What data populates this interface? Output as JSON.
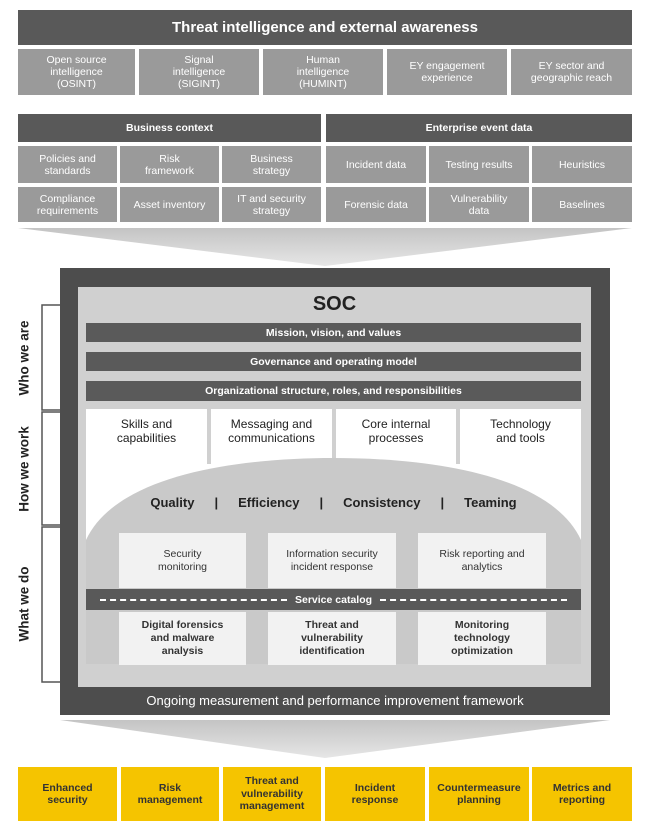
{
  "threat": {
    "title": "Threat intelligence and external awareness",
    "items": [
      "Open source\nintelligence\n(OSINT)",
      "Signal\nintelligence\n(SIGINT)",
      "Human\nintelligence\n(HUMINT)",
      "EY engagement\nexperience",
      "EY sector and\ngeographic reach"
    ]
  },
  "business": {
    "title": "Business context",
    "items": [
      "Policies and\nstandards",
      "Risk\nframework",
      "Business\nstrategy",
      "Compliance\nrequirements",
      "Asset inventory",
      "IT and security\nstrategy"
    ]
  },
  "enterprise": {
    "title": "Enterprise event data",
    "items": [
      "Incident data",
      "Testing results",
      "Heuristics",
      "Forensic data",
      "Vulnerability\ndata",
      "Baselines"
    ]
  },
  "soc": {
    "title": "SOC",
    "side_labels": [
      "Who we are",
      "How we work",
      "What we do"
    ],
    "strips": [
      "Mission, vision, and values",
      "Governance and operating model",
      "Organizational structure, roles, and responsibilities"
    ],
    "pillars": [
      "Skills and\ncapabilities",
      "Messaging and\ncommunications",
      "Core internal\nprocesses",
      "Technology\nand tools"
    ],
    "values": [
      "Quality",
      "Efficiency",
      "Consistency",
      "Teaming"
    ],
    "services_top": [
      "Security\nmonitoring",
      "Information security\nincident response",
      "Risk reporting and\nanalytics"
    ],
    "catalog": "Service catalog",
    "services_bottom": [
      "Digital forensics\nand malware\nanalysis",
      "Threat and\nvulnerability\nidentification",
      "Monitoring\ntechnology\noptimization"
    ],
    "footer": "Ongoing measurement and performance improvement framework"
  },
  "outcomes": [
    "Enhanced\nsecurity",
    "Risk\nmanagement",
    "Threat and\nvulnerability\nmanagement",
    "Incident\nresponse",
    "Countermeasure\nplanning",
    "Metrics and\nreporting"
  ],
  "colors": {
    "dark_gray": "#595959",
    "mid_gray": "#9a9a9a",
    "panel_gray": "#d0d0d0",
    "accent_yellow": "#f5c400"
  }
}
